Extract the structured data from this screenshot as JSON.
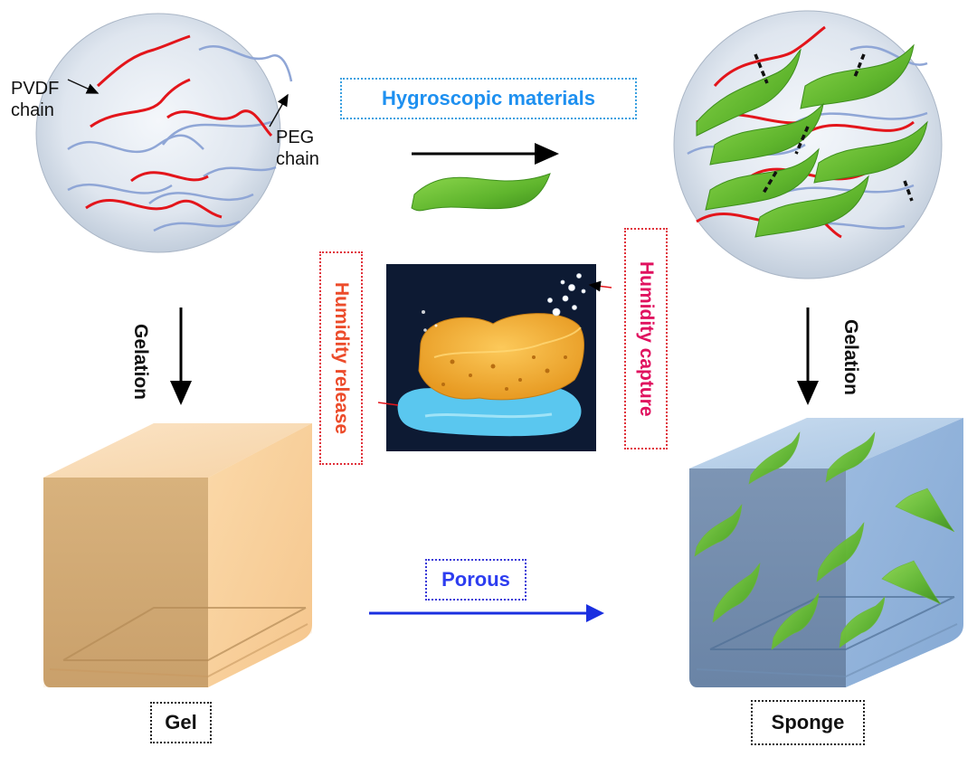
{
  "labels": {
    "pvdf_chain": "PVDF\nchain",
    "peg_chain": "PEG\nchain",
    "hygroscopic": "Hygroscopic materials",
    "gelation_left": "Gelation",
    "gelation_right": "Gelation",
    "humidity_release": "Humidity release",
    "humidity_capture": "Humidity capture",
    "porous": "Porous",
    "gel": "Gel",
    "sponge": "Sponge"
  },
  "colors": {
    "pvdf": "#e3151b",
    "peg": "#8fa6d6",
    "hygroscopic_sheet": "#6cc23a",
    "gel_cube": "#f7c98f",
    "sponge_cube": "#7fa6d3",
    "porous_arrow": "#1a2fe0",
    "sponge_photo_bg": "#0d1a33"
  }
}
